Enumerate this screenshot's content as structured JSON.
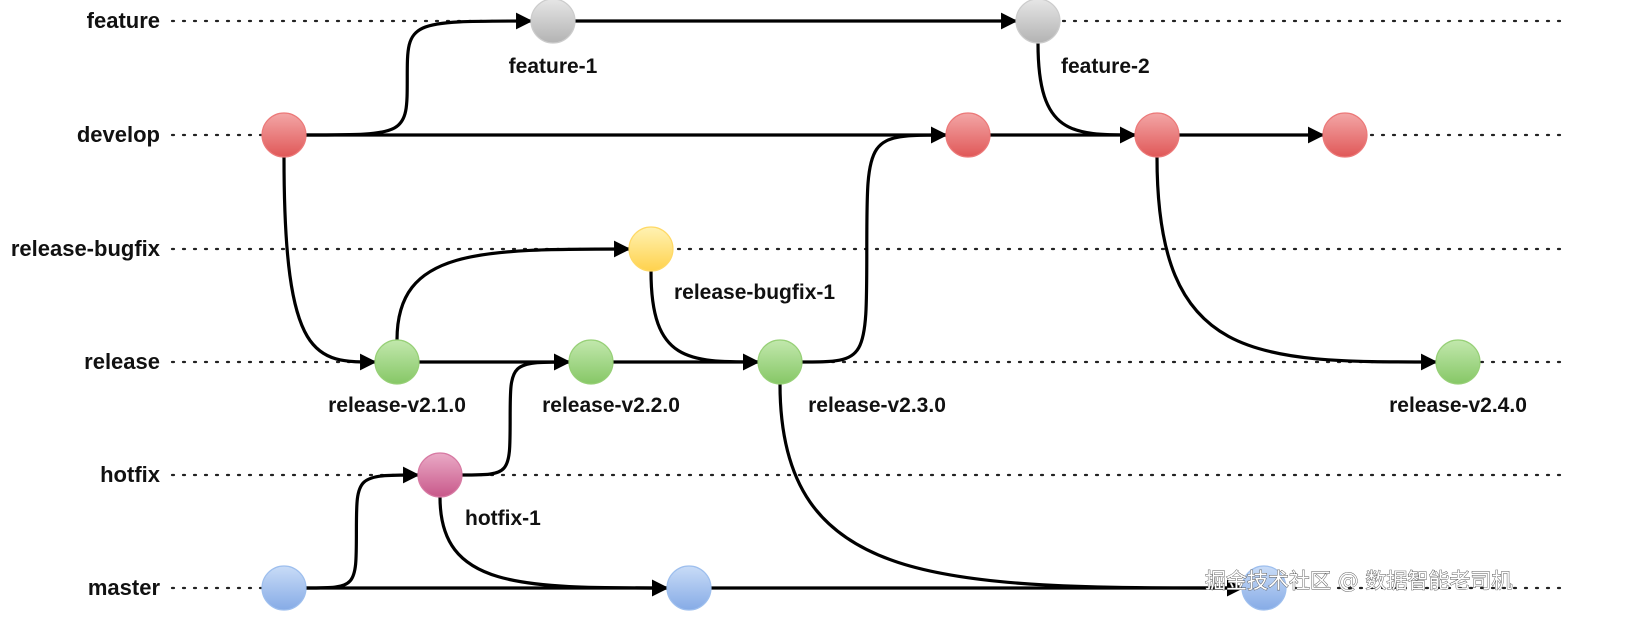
{
  "colors": {
    "feature": "#cccccc",
    "develop": "#ec7979",
    "release-bugfix": "#ffd966",
    "release": "#97d077",
    "hotfix": "#d77aa3",
    "master": "#9ebfee"
  },
  "lanes": [
    {
      "id": "feature",
      "label": "feature"
    },
    {
      "id": "develop",
      "label": "develop"
    },
    {
      "id": "release-bugfix",
      "label": "release-bugfix"
    },
    {
      "id": "release",
      "label": "release"
    },
    {
      "id": "hotfix",
      "label": "hotfix"
    },
    {
      "id": "master",
      "label": "master"
    }
  ],
  "commits": [
    {
      "id": "f1",
      "lane": "feature",
      "label": "feature-1"
    },
    {
      "id": "f2",
      "lane": "feature",
      "label": "feature-2"
    },
    {
      "id": "d1",
      "lane": "develop",
      "label": ""
    },
    {
      "id": "d2",
      "lane": "develop",
      "label": ""
    },
    {
      "id": "d3",
      "lane": "develop",
      "label": ""
    },
    {
      "id": "d4",
      "lane": "develop",
      "label": ""
    },
    {
      "id": "b1",
      "lane": "release-bugfix",
      "label": "release-bugfix-1"
    },
    {
      "id": "r1",
      "lane": "release",
      "label": "release-v2.1.0"
    },
    {
      "id": "r2",
      "lane": "release",
      "label": "release-v2.2.0"
    },
    {
      "id": "r3",
      "lane": "release",
      "label": "release-v2.3.0"
    },
    {
      "id": "r4",
      "lane": "release",
      "label": "release-v2.4.0"
    },
    {
      "id": "h1",
      "lane": "hotfix",
      "label": "hotfix-1"
    },
    {
      "id": "m1",
      "lane": "master",
      "label": ""
    },
    {
      "id": "m2",
      "lane": "master",
      "label": ""
    },
    {
      "id": "m3",
      "lane": "master",
      "label": ""
    }
  ],
  "edges": [
    {
      "from": "d1",
      "to": "f1"
    },
    {
      "from": "f1",
      "to": "f2"
    },
    {
      "from": "d1",
      "to": "d2"
    },
    {
      "from": "d2",
      "to": "d3"
    },
    {
      "from": "f2",
      "to": "d3"
    },
    {
      "from": "d3",
      "to": "d4"
    },
    {
      "from": "d1",
      "to": "r1"
    },
    {
      "from": "r1",
      "to": "r2"
    },
    {
      "from": "r1",
      "to": "b1"
    },
    {
      "from": "r2",
      "to": "r3"
    },
    {
      "from": "b1",
      "to": "r3"
    },
    {
      "from": "r3",
      "to": "d2"
    },
    {
      "from": "d3",
      "to": "r4"
    },
    {
      "from": "m1",
      "to": "h1"
    },
    {
      "from": "h1",
      "to": "r2"
    },
    {
      "from": "h1",
      "to": "m2"
    },
    {
      "from": "m1",
      "to": "m2"
    },
    {
      "from": "m2",
      "to": "m3"
    },
    {
      "from": "r3",
      "to": "m3"
    }
  ],
  "watermark": "掘金技术社区 @ 数据智能老司机"
}
